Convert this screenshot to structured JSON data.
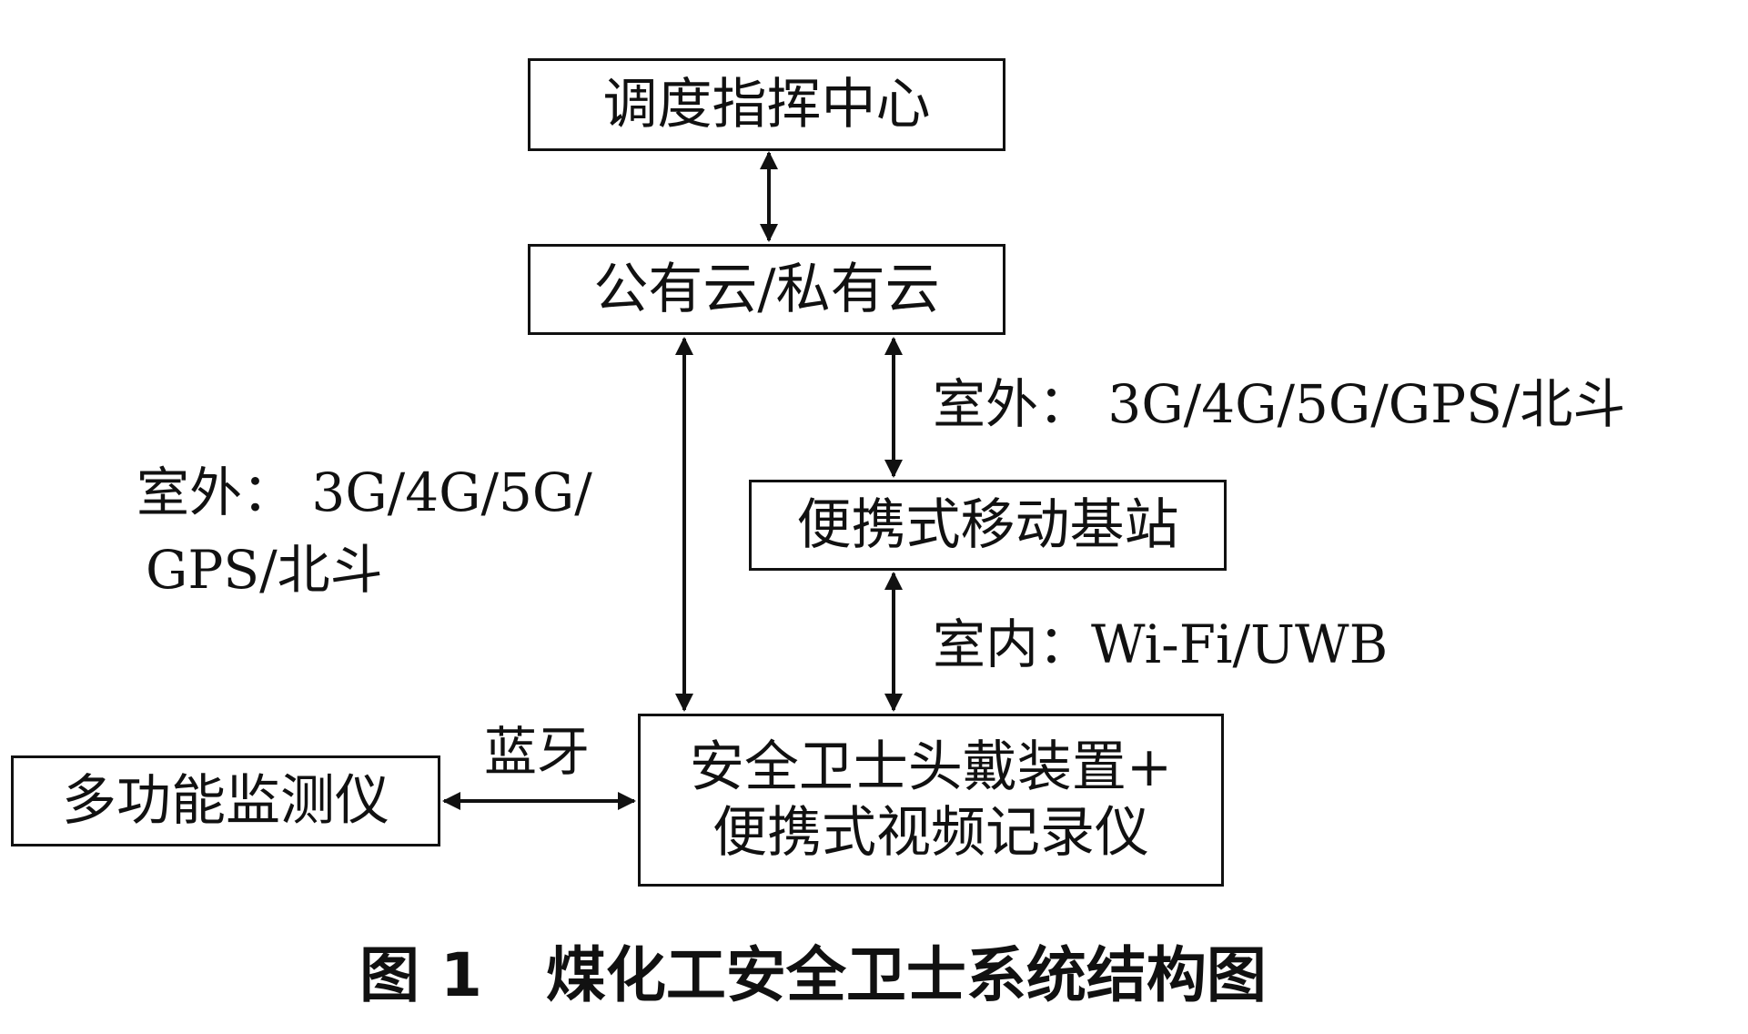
{
  "nodes": {
    "dispatch_center": "调度指挥中心",
    "cloud": "公有云/私有云",
    "mobile_base_station": "便携式移动基站",
    "helmet_device_line1": "安全卫士头戴装置+",
    "helmet_device_line2": "便携式视频记录仪",
    "multifunction_monitor": "多功能监测仪"
  },
  "edges": {
    "cloud_to_base_station": "室外： 3G/4G/5G/GPS/北斗",
    "cloud_to_helmet_line1": "室外： 3G/4G/5G/",
    "cloud_to_helmet_line2": "GPS/北斗",
    "base_station_to_helmet": "室内：Wi-Fi/UWB",
    "monitor_to_helmet": "蓝牙"
  },
  "caption": {
    "number": "图 1",
    "title": "煤化工安全卫士系统结构图"
  }
}
